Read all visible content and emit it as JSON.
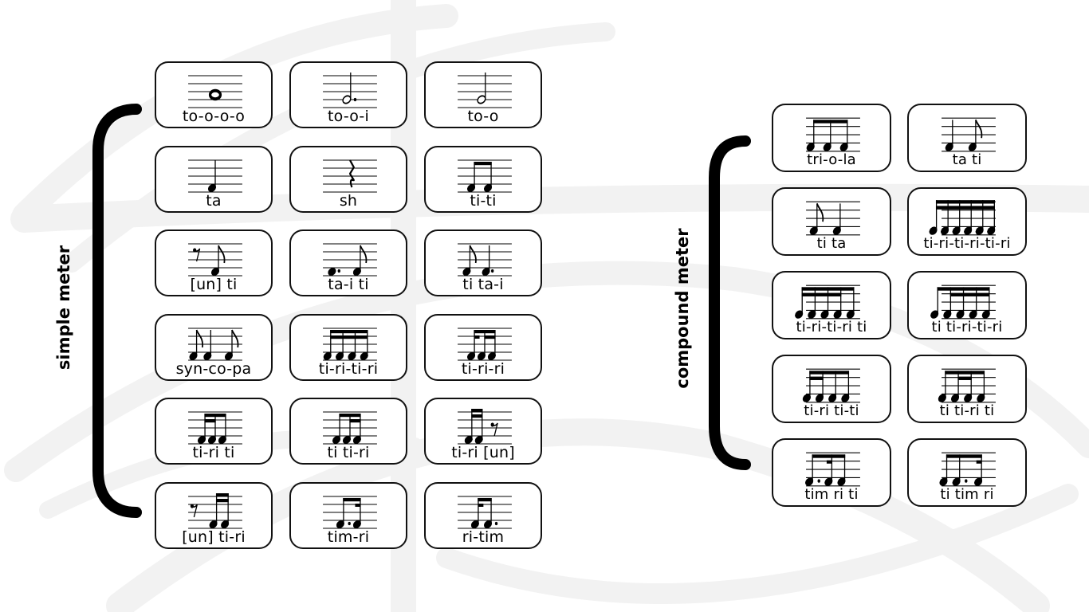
{
  "colors": {
    "ink": "#000000",
    "card_border": "#111111",
    "watermark": "#f2f2f2",
    "background": "#ffffff"
  },
  "groups": {
    "simple": {
      "label": "simple meter",
      "cards": [
        {
          "syllable": "to-o-o-o",
          "notation": "whole-note"
        },
        {
          "syllable": "to-o-i",
          "notation": "dotted-half-note"
        },
        {
          "syllable": "to-o",
          "notation": "half-note"
        },
        {
          "syllable": "ta",
          "notation": "quarter-note"
        },
        {
          "syllable": "sh",
          "notation": "quarter-rest"
        },
        {
          "syllable": "ti-ti",
          "notation": "two-beamed-eighths"
        },
        {
          "syllable": "[un] ti",
          "notation": "eighth-rest-eighth"
        },
        {
          "syllable": "ta-i ti",
          "notation": "dotted-quarter-eighth"
        },
        {
          "syllable": "ti ta-i",
          "notation": "eighth-dotted-quarter"
        },
        {
          "syllable": "syn-co-pa",
          "notation": "eighth-quarter-eighth"
        },
        {
          "syllable": "ti-ri-ti-ri",
          "notation": "four-sixteenths"
        },
        {
          "syllable": "ti-ri-ri",
          "notation": "eighth-two-sixteenths"
        },
        {
          "syllable": "ti-ri ti",
          "notation": "two-sixteenths-eighth"
        },
        {
          "syllable": "ti ti-ri",
          "notation": "eighth-two-sixteenths-b"
        },
        {
          "syllable": "ti-ri [un]",
          "notation": "two-sixteenths-eighth-rest"
        },
        {
          "syllable": "[un] ti-ri",
          "notation": "eighth-rest-two-sixteenths"
        },
        {
          "syllable": "tim-ri",
          "notation": "dotted-eighth-sixteenth"
        },
        {
          "syllable": "ri-tim",
          "notation": "sixteenth-dotted-eighth"
        }
      ]
    },
    "compound": {
      "label": "compound meter",
      "cards": [
        {
          "syllable": "tri-o-la",
          "notation": "three-beamed-eighths"
        },
        {
          "syllable": "ta ti",
          "notation": "quarter-eighth"
        },
        {
          "syllable": "ti ta",
          "notation": "eighth-quarter"
        },
        {
          "syllable": "ti-ri-ti-ri-ti-ri",
          "notation": "six-sixteenths"
        },
        {
          "syllable": "ti-ri-ti-ri ti",
          "notation": "four-sixteenths-eighth"
        },
        {
          "syllable": "ti ti-ri-ti-ri",
          "notation": "eighth-four-sixteenths"
        },
        {
          "syllable": "ti-ri ti-ti",
          "notation": "two-sixteenths-two-eighths"
        },
        {
          "syllable": "ti ti-ri ti",
          "notation": "eighth-two-sixteenths-eighth"
        },
        {
          "syllable": "tim ri ti",
          "notation": "dotted-eighth-sixteenth-eighth"
        },
        {
          "syllable": "ti tim ri",
          "notation": "eighth-dotted-eighth-sixteenth"
        }
      ]
    }
  }
}
